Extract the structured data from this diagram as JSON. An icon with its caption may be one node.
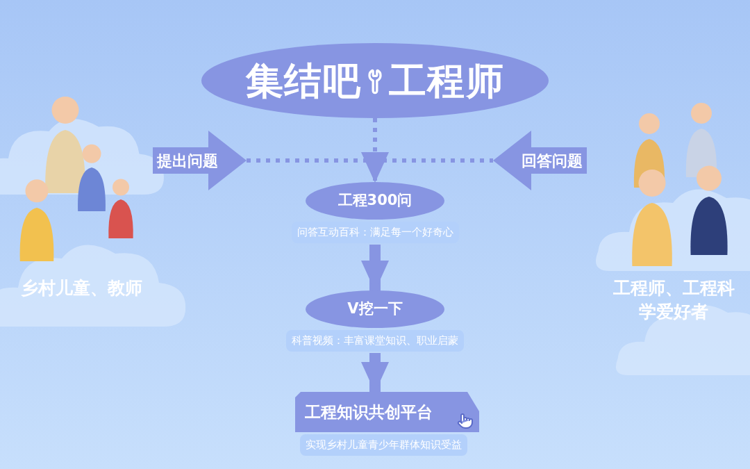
{
  "diagram": {
    "nodes": [
      {
        "text": [
          "集结吧",
          "工程师"
        ]
      },
      {
        "text": [
          "提出问题"
        ]
      },
      {
        "text": [
          "回答问题"
        ]
      },
      {
        "text": [
          "工程300问"
        ],
        "beside": [
          "问答互动百科：满足每一个好奇心"
        ]
      },
      {
        "text": [
          "V挖一下"
        ],
        "beside": [
          "科普视频：丰富课堂知识、职业启蒙"
        ]
      },
      {
        "text": [
          "工程知识共创平台"
        ],
        "beside": [
          "实现乡村儿童青少年群体知识受益"
        ]
      }
    ],
    "edges": [
      {
        "from": 0,
        "to": 3,
        "arrow": "to",
        "style": "dashed"
      },
      {
        "from": 1,
        "to": 2,
        "arrow": "none",
        "style": "dashed"
      },
      {
        "from": 3,
        "to": 4,
        "arrow": "to",
        "style": "thick"
      },
      {
        "from": 4,
        "to": 5,
        "arrow": "to",
        "style": "thick"
      }
    ],
    "labels": [
      "乡村儿童、教师",
      "工程师、工程科学爱好者"
    ]
  }
}
